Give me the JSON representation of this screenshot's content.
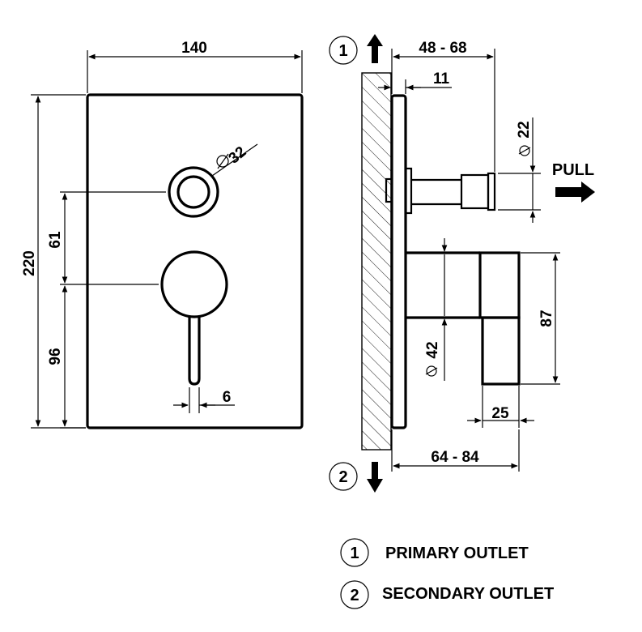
{
  "front_view": {
    "width": "140",
    "height": "220",
    "upper_offset": "61",
    "lower_offset": "96",
    "knob_diameter": "32",
    "lever_width": "6"
  },
  "side_view": {
    "depth_range_top": "48 - 68",
    "plate_thickness": "11",
    "pull_knob_diameter": "22",
    "pull_label": "PULL",
    "handle_diameter": "42",
    "handle_height": "87",
    "handle_width": "25",
    "depth_range_bottom": "64 - 84",
    "outlet_1_number": "1",
    "outlet_2_number": "2"
  },
  "legend": {
    "items": [
      {
        "number": "1",
        "label": "PRIMARY OUTLET"
      },
      {
        "number": "2",
        "label": "SECONDARY OUTLET"
      }
    ]
  }
}
